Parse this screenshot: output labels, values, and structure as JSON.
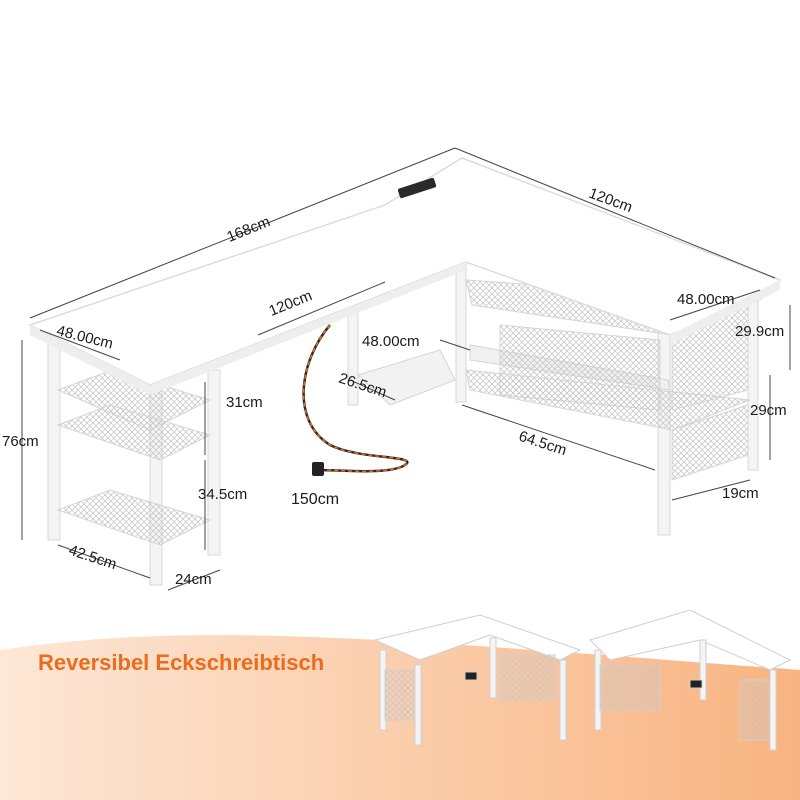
{
  "banner": {
    "title": "Reversibel Eckschreibtisch",
    "accent_color": "#ea6c1c"
  },
  "dimensions": {
    "total_width": "168cm",
    "right_length": "120cm",
    "left_top_length": "120cm",
    "left_depth": "48.00cm",
    "right_depth": "48.00cm",
    "center_depth": "48.00cm",
    "center_shelf": "26.5cm",
    "height": "76cm",
    "left_upper_gap": "31cm",
    "left_lower_gap": "34.5cm",
    "left_base_width": "42.5cm",
    "left_base_depth": "24cm",
    "right_upper_shelf": "29.9cm",
    "right_lower_shelf": "29cm",
    "right_shelf_length": "64.5cm",
    "right_shelf_depth": "19cm",
    "cable_length": "150cm"
  }
}
